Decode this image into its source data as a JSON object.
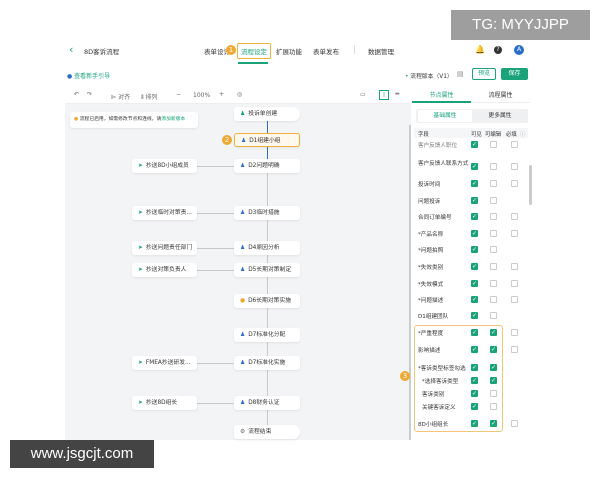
{
  "watermarks": {
    "top": "TG: MYYJJPP",
    "bottom": "www.jsgcjt.com"
  },
  "header": {
    "title": "8D客诉流程",
    "tabs": [
      "表单设计",
      "流程设定",
      "扩展功能",
      "表单发布",
      "数据管理"
    ],
    "active_tab": "流程设定",
    "avatar": "A"
  },
  "subheader": {
    "guide": "查看新手引导",
    "version": "流程版本（V1）",
    "preview": "预览",
    "save": "保存"
  },
  "toolbar": {
    "align": "对齐",
    "arrange": "排列",
    "zoom": "100%"
  },
  "notice": {
    "text": "流程已启用，如需修改节点和连线，请",
    "link": "添加新版本"
  },
  "callouts": [
    "1",
    "2",
    "3"
  ],
  "flow": {
    "main": [
      "投诉单创建",
      "D1组建小组",
      "D2问题明确",
      "D3临时措施",
      "D4原因分析",
      "D5长期对策制定",
      "D6长期对策实施",
      "D7标准化分配",
      "D7标准化实施",
      "D8财务认证",
      "流程结束"
    ],
    "cc": [
      "抄送8D小组成员",
      "抄送临时对策责...",
      "抄送问题责任部门",
      "抄送对策负责人",
      "FMEA抄送研发...",
      "抄送8D组长"
    ]
  },
  "panel": {
    "tabs": [
      "节点属性",
      "流程属性"
    ],
    "subtabs": [
      "基础属性",
      "更多属性"
    ],
    "columns": [
      "字段",
      "可见",
      "可编辑",
      "必填"
    ],
    "rows": [
      {
        "label": "客户反馈人职位",
        "v": true,
        "e": false,
        "r": false
      },
      {
        "label": "客户反馈人联系方式",
        "v": true,
        "e": false,
        "r": false
      },
      {
        "label": "投诉时间",
        "v": true,
        "e": false,
        "r": false
      },
      {
        "label": "问题投诉",
        "v": true,
        "e": false,
        "r": null
      },
      {
        "label": "合同订单编号",
        "v": true,
        "e": false,
        "r": false
      },
      {
        "label": "*产品名称",
        "v": true,
        "e": false,
        "r": false
      },
      {
        "label": "*问题拍照",
        "v": true,
        "e": false,
        "r": null
      },
      {
        "label": "*失效类别",
        "v": true,
        "e": false,
        "r": false
      },
      {
        "label": "*失效模式",
        "v": true,
        "e": false,
        "r": false
      },
      {
        "label": "*问题描述",
        "v": true,
        "e": false,
        "r": false
      },
      {
        "label": "D1组建团队",
        "v": true,
        "e": false,
        "r": null
      },
      {
        "label": "*严重程度",
        "v": true,
        "e": true,
        "r": false
      },
      {
        "label": "影响描述",
        "v": true,
        "e": true,
        "r": false
      },
      {
        "label": "*客诉类型标签勾选",
        "v": true,
        "e": true,
        "r": null
      },
      {
        "label": "*选择客诉类型",
        "v": true,
        "e": true,
        "r": null
      },
      {
        "label": "客诉类别",
        "v": true,
        "e": false,
        "r": null
      },
      {
        "label": "关键客诉定义",
        "v": true,
        "e": false,
        "r": null
      },
      {
        "label": "8D小组组长",
        "v": true,
        "e": true,
        "r": false
      }
    ]
  },
  "colors": {
    "accent": "#1aa37a",
    "highlight": "#f0b23c",
    "node_icon": "#2a6fc9"
  }
}
